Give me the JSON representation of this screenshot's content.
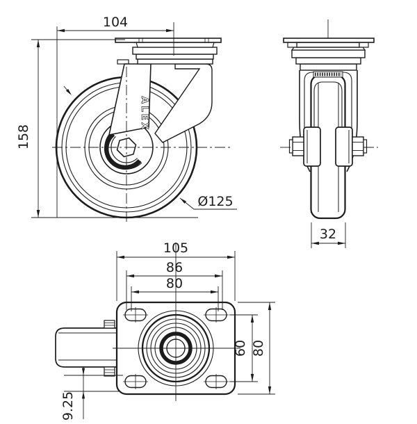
{
  "drawing": {
    "type": "caster-wheel-technical-drawing",
    "brand": {
      "fork_marking": "ALEX"
    },
    "dims": {
      "offset_width": "104",
      "overall_height": "158",
      "wheel_diameter": "Ø125",
      "wheel_width": "32",
      "plate_length": "105",
      "slot_outer_span": "86",
      "hole_spacing_x": "80",
      "hole_spacing_y": "60",
      "plate_depth": "80",
      "bottom_offset": "9.25"
    },
    "colors": {
      "line": "#1c1c1c",
      "background": "#ffffff"
    }
  }
}
